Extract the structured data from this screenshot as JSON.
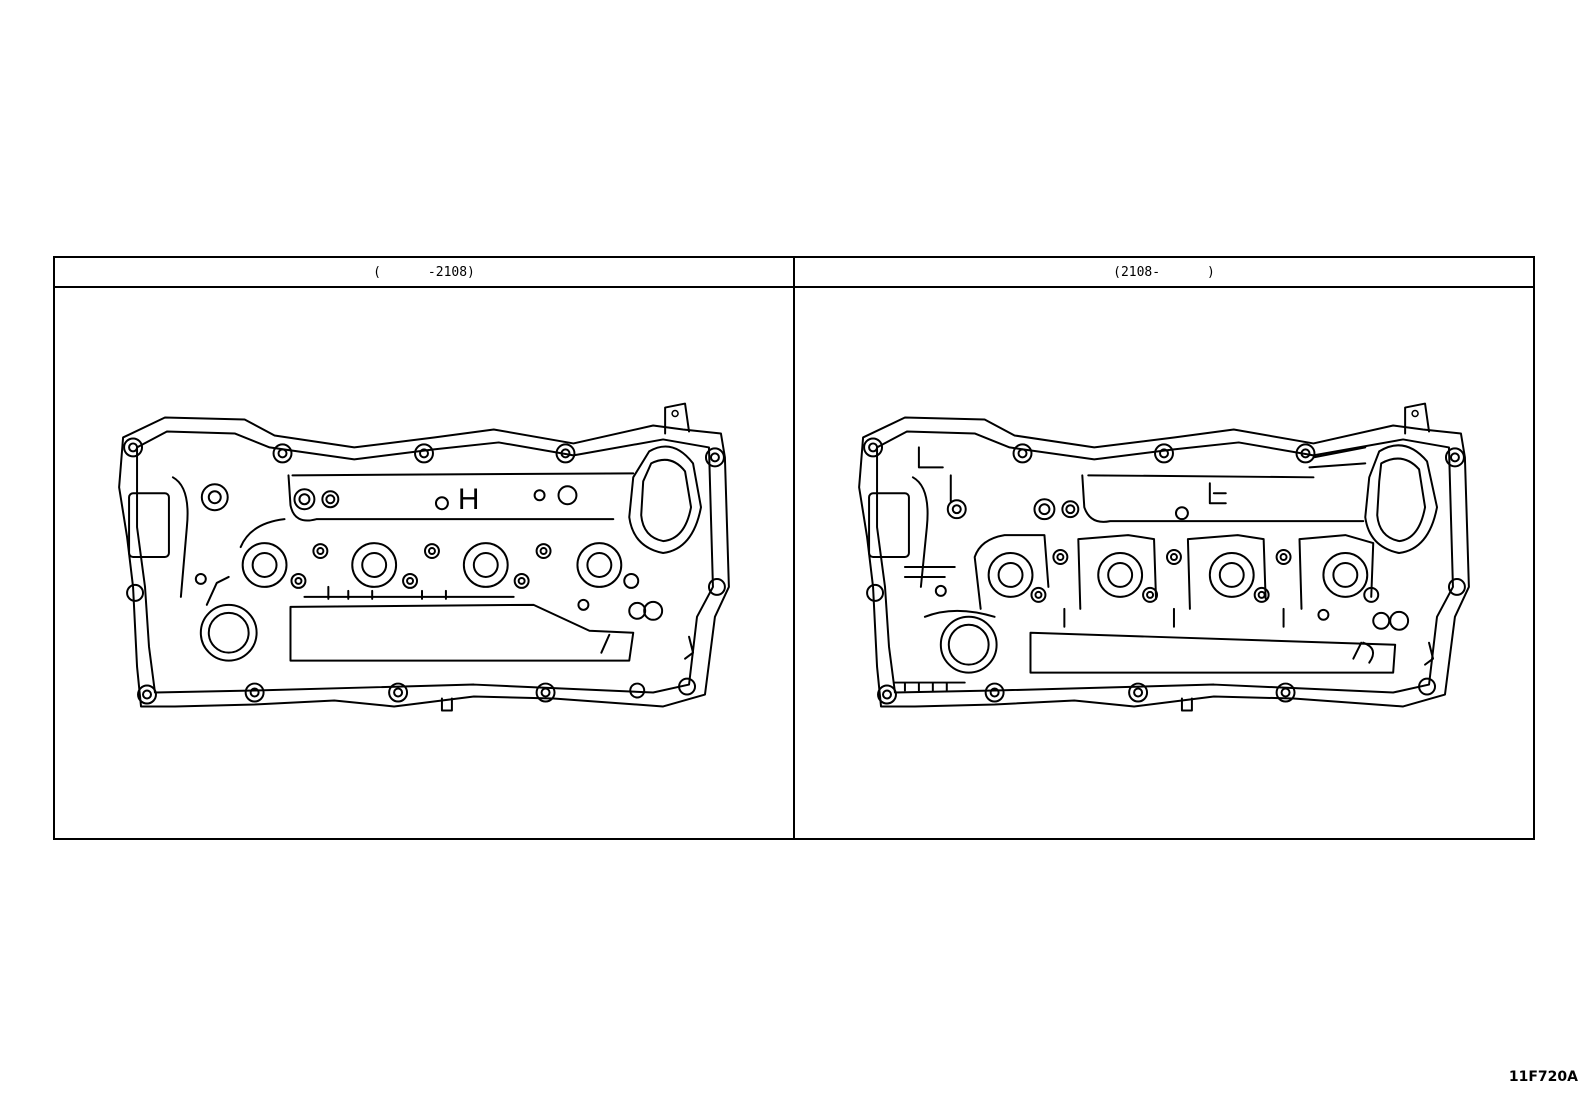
{
  "panels": [
    {
      "header": "(      -2108)",
      "mark": "H"
    },
    {
      "header": "(2108-      )",
      "mark": ""
    }
  ],
  "figure_code": "11F720A"
}
